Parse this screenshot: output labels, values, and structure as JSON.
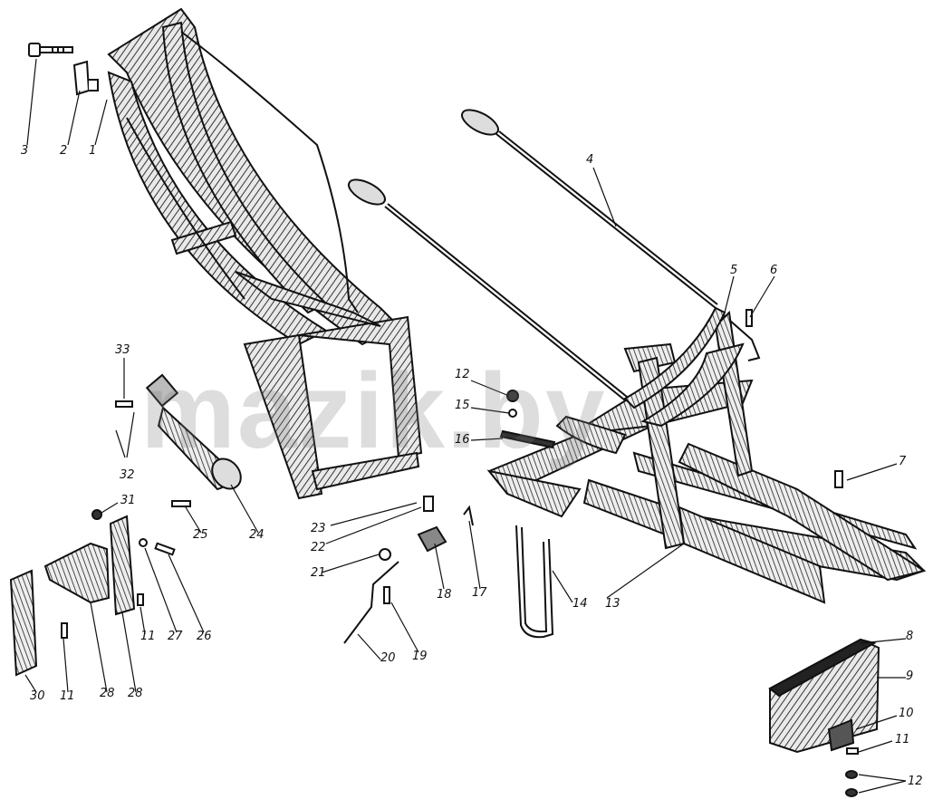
{
  "watermark": "mazik.by",
  "labels": {
    "l1": "1",
    "l2": "2",
    "l3": "3",
    "l4": "4",
    "l5": "5",
    "l6": "6",
    "l7": "7",
    "l8": "8",
    "l9": "9",
    "l10": "10",
    "l11a": "11",
    "l11b": "11",
    "l11c": "11",
    "l12a": "12",
    "l12b": "12",
    "l13": "13",
    "l14": "14",
    "l15": "15",
    "l16": "16",
    "l17": "17",
    "l18": "18",
    "l19": "19",
    "l20": "20",
    "l21": "21",
    "l22": "22",
    "l23": "23",
    "l24": "24",
    "l25": "25",
    "l26": "26",
    "l27": "27",
    "l28a": "28",
    "l28b": "28",
    "l30": "30",
    "l31": "31",
    "l32": "32",
    "l33": "33"
  }
}
